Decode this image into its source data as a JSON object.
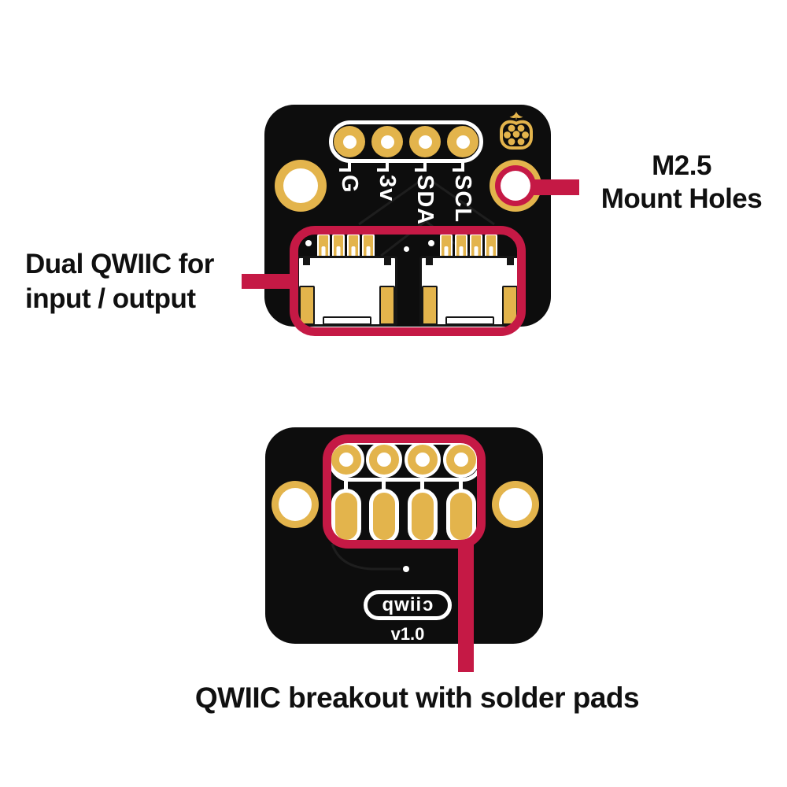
{
  "colors": {
    "background": "#FFFFFF",
    "crimson": "#C51945",
    "gold": "#E3B44C",
    "board": "#0D0D0D",
    "silkscreen": "#FFFFFF",
    "annotation_text": "#101010"
  },
  "callouts": {
    "mount_holes": {
      "line1": "M2.5",
      "line2": "Mount Holes"
    },
    "dual_qwiic": {
      "line1": "Dual QWIIC for",
      "line2": "input / output"
    },
    "solder_pads": {
      "label": "QWIIC breakout with solder pads"
    }
  },
  "top_board": {
    "pin_labels": [
      "G",
      "3v",
      "SDA",
      "SCL"
    ],
    "logo_icon": "raspberry-logo"
  },
  "bottom_board": {
    "qwiic_logo_prefix": "qwii",
    "qwiic_logo_mirrored_c": "c",
    "version": "v1.0"
  }
}
